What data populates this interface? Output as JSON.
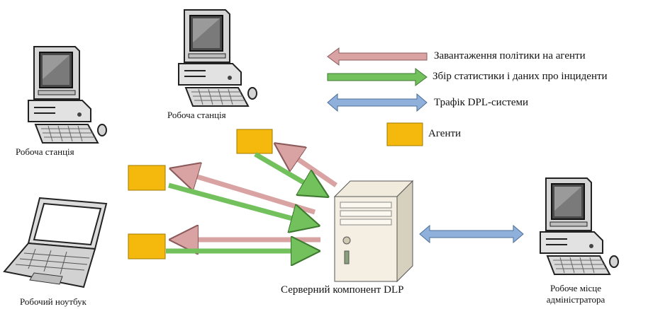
{
  "nodes": {
    "workstation_left": {
      "label": "Робоча станція"
    },
    "workstation_top": {
      "label": "Робоча станція"
    },
    "laptop": {
      "label": "Робочий ноутбук"
    },
    "server": {
      "label": "Серверний компонент DLP"
    },
    "admin": {
      "label_line1": "Робоче місце",
      "label_line2": "адміністратора"
    }
  },
  "legend": {
    "policy_load": "Завантаження політики на агенти",
    "stats_collect": "Збір статистики і даних про інциденти",
    "dlp_traffic": "Трафік DPL-системи",
    "agents": "Агенти"
  },
  "colors": {
    "policy_arrow": "#d9a3a3",
    "stats_arrow": "#72c15c",
    "traffic_arrow": "#8fb0da",
    "agent_box": "#f5b80c"
  }
}
